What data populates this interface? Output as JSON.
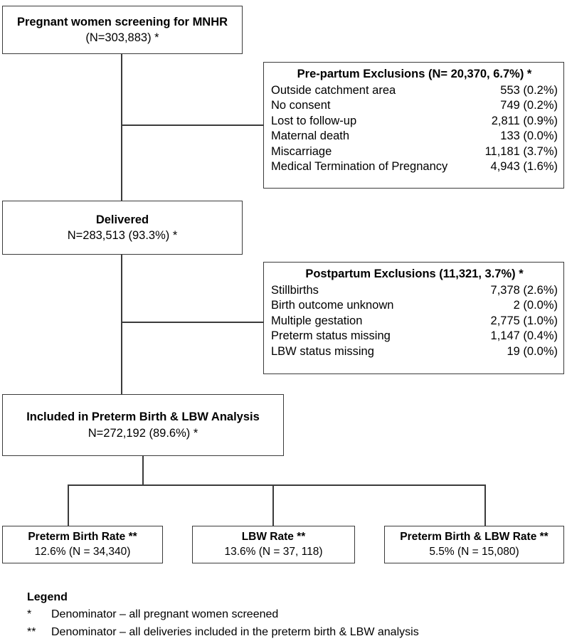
{
  "flowchart": {
    "nodes": {
      "screening": {
        "title": "Pregnant women screening for MNHR",
        "sub": "(N=303,883) *"
      },
      "delivered": {
        "title": "Delivered",
        "sub": "N=283,513 (93.3%) *"
      },
      "included": {
        "title": "Included in Preterm Birth & LBW Analysis",
        "sub": "N=272,192 (89.6%) *"
      },
      "preterm_rate": {
        "title": "Preterm Birth Rate **",
        "sub": "12.6% (N = 34,340)"
      },
      "lbw_rate": {
        "title": "LBW Rate **",
        "sub": "13.6% (N = 37, 118)"
      },
      "preterm_lbw_rate": {
        "title": "Preterm Birth & LBW Rate **",
        "sub": "5.5% (N = 15,080)"
      }
    },
    "prepartum_exclusions": {
      "title": "Pre-partum Exclusions (N= 20,370, 6.7%) *",
      "rows": [
        {
          "label": "Outside catchment area",
          "value": "553 (0.2%)"
        },
        {
          "label": "No consent",
          "value": "749 (0.2%)"
        },
        {
          "label": "Lost to follow-up",
          "value": "2,811 (0.9%)"
        },
        {
          "label": "Maternal death",
          "value": "133 (0.0%)"
        },
        {
          "label": "Miscarriage",
          "value": "11,181 (3.7%)"
        },
        {
          "label": "Medical Termination of Pregnancy",
          "value": "4,943 (1.6%)"
        }
      ]
    },
    "postpartum_exclusions": {
      "title": "Postpartum Exclusions (11,321, 3.7%) *",
      "rows": [
        {
          "label": "Stillbirths",
          "value": "7,378 (2.6%)"
        },
        {
          "label": "Birth outcome unknown",
          "value": "2 (0.0%)"
        },
        {
          "label": "Multiple gestation",
          "value": "2,775 (1.0%)"
        },
        {
          "label": "Preterm status missing",
          "value": "1,147 (0.4%)"
        },
        {
          "label": "LBW status missing",
          "value": "19  (0.0%)"
        }
      ]
    },
    "legend": {
      "heading": "Legend",
      "entries": [
        {
          "mark": "*",
          "text": "Denominator – all pregnant women screened"
        },
        {
          "mark": "**",
          "text": "Denominator – all deliveries included in the preterm birth & LBW analysis"
        }
      ]
    },
    "colors": {
      "line": "#3b3b3b",
      "background": "#ffffff",
      "text": "#000000"
    }
  }
}
